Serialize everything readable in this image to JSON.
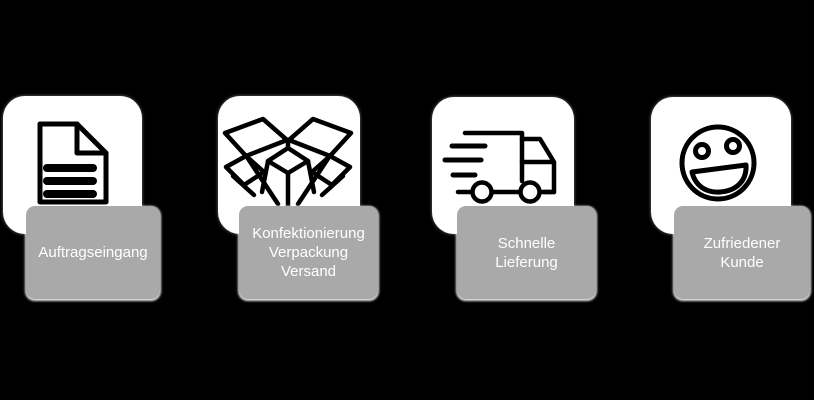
{
  "colors": {
    "background": "#000000",
    "card_background": "#ffffff",
    "label_background": "#a9a9a9",
    "label_text": "#ffffff",
    "icon_stroke": "#000000"
  },
  "steps": [
    {
      "icon": "document-icon",
      "label_lines": [
        "Auftragseingang"
      ]
    },
    {
      "icon": "open-box-icon",
      "label_lines": [
        "Konfektionierung",
        "Verpackung",
        "Versand"
      ]
    },
    {
      "icon": "delivery-truck-icon",
      "label_lines": [
        "Schnelle",
        "Lieferung"
      ]
    },
    {
      "icon": "smiley-face-icon",
      "label_lines": [
        "Zufriedener",
        "Kunde"
      ]
    }
  ]
}
